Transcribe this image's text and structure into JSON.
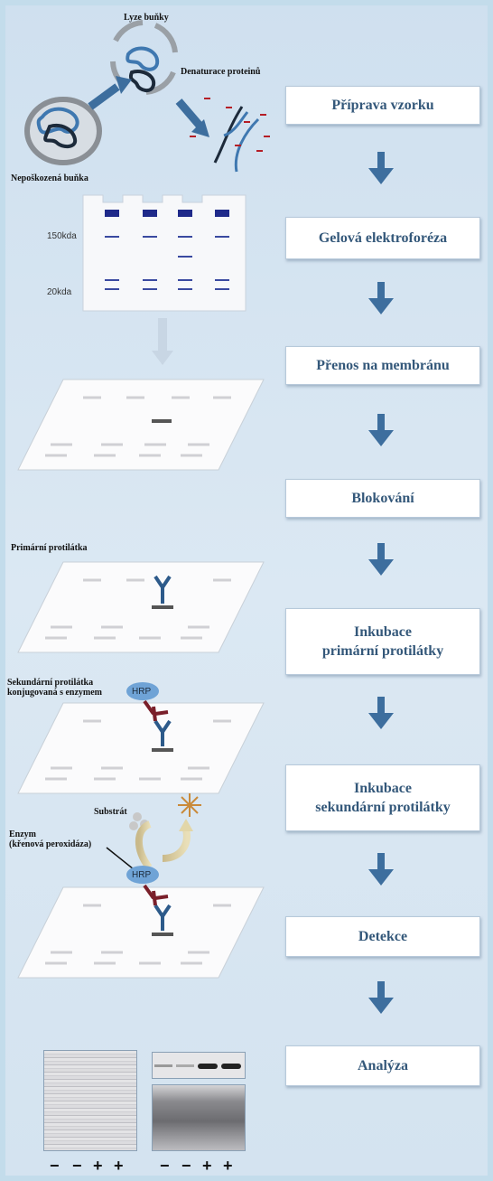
{
  "title": "",
  "steps": [
    {
      "label": "Příprava vzorku"
    },
    {
      "label": "Gelová elektroforéza"
    },
    {
      "label": "Přenos na membránu"
    },
    {
      "label": "Blokování"
    },
    {
      "label": "Inkubace\nprimární protilátky"
    },
    {
      "label": "Inkubace\nsekundární protilátky"
    },
    {
      "label": "Detekce"
    },
    {
      "label": "Analýza"
    }
  ],
  "illustration_labels": {
    "cell_lysis": "Lyze buňky",
    "protein_denaturation": "Denaturace proteinů",
    "intact_cell": "Nepoškozená buňka",
    "primary_antibody": "Primární protilátka",
    "secondary_antibody": "Sekundární protilátka\nkonjugovaná s enzymem",
    "substrate": "Substrát",
    "enzyme": "Enzym\n(křenová peroxidáza)",
    "hrp_1": "HRP",
    "hrp_2": "HRP"
  },
  "gel": {
    "marker_150": "150kda",
    "marker_20": "20kda"
  },
  "lane_signs": [
    "−",
    "−",
    "+",
    "+",
    "−",
    "−",
    "+",
    "+"
  ],
  "colors": {
    "step_text": "#34587a",
    "arrow": "#3d6e9e",
    "band": "#1f2a8a",
    "antibody_primary": "#2d5a8a",
    "antibody_secondary": "#7a1f2a",
    "hrp": "#6fa3d6"
  }
}
